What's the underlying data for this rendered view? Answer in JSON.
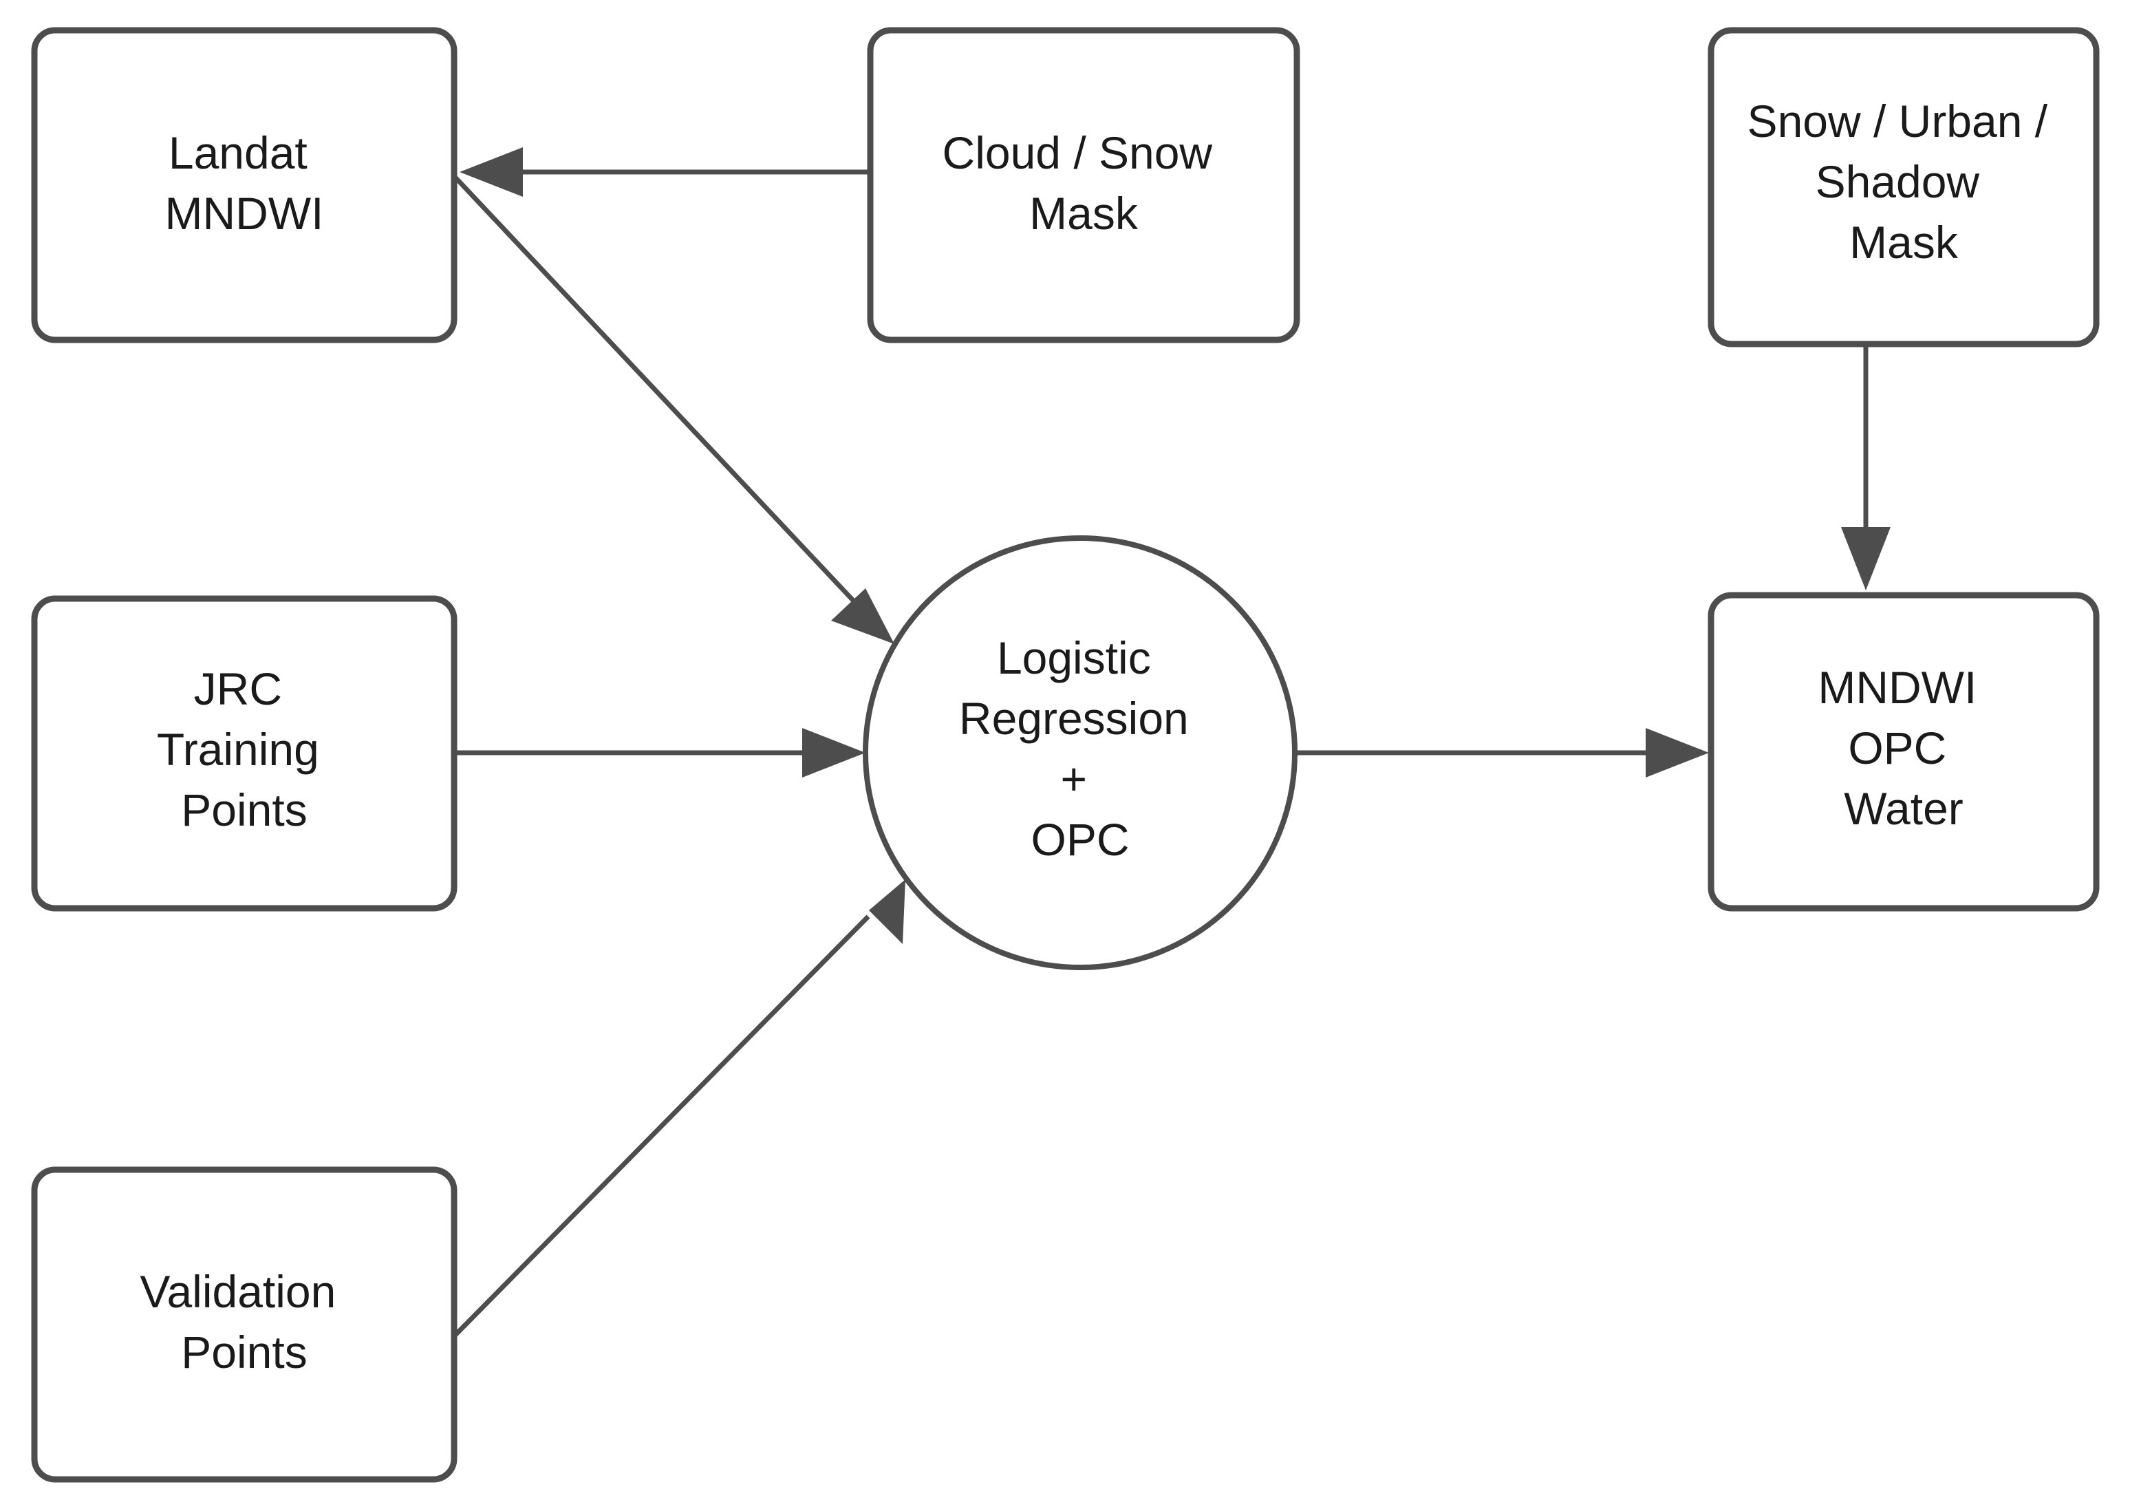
{
  "diagram": {
    "type": "flowchart",
    "background_color": "#ffffff",
    "node_stroke_color": "#4d4d4d",
    "node_fill_color": "#ffffff",
    "text_color": "#1a1a1a",
    "edge_color": "#4d4d4d",
    "nodes": [
      {
        "id": "landsat-mndwi",
        "name": "landsat-mndwi-node",
        "shape": "rounded-rectangle",
        "lines": [
          "Landat",
          "MNDWI"
        ]
      },
      {
        "id": "cloud-snow-mask",
        "name": "cloud-snow-mask-node",
        "shape": "rounded-rectangle",
        "lines": [
          "Cloud / Snow",
          "Mask"
        ]
      },
      {
        "id": "snow-urban-shadow-mask",
        "name": "snow-urban-shadow-mask-node",
        "shape": "rounded-rectangle",
        "lines": [
          "Snow / Urban /",
          "Shadow",
          "Mask"
        ]
      },
      {
        "id": "jrc-training-points",
        "name": "jrc-training-points-node",
        "shape": "rounded-rectangle",
        "lines": [
          "JRC",
          "Training",
          "Points"
        ]
      },
      {
        "id": "validation-points",
        "name": "validation-points-node",
        "shape": "rounded-rectangle",
        "lines": [
          "Validation",
          "Points"
        ]
      },
      {
        "id": "logistic-regression-opc",
        "name": "logistic-regression-opc-node",
        "shape": "circle",
        "lines": [
          "Logistic",
          "Regression",
          "+",
          "OPC"
        ]
      },
      {
        "id": "mndwi-opc-water",
        "name": "mndwi-opc-water-node",
        "shape": "rounded-rectangle",
        "lines": [
          "MNDWI",
          "OPC",
          "Water"
        ]
      }
    ],
    "edges": [
      {
        "from": "cloud-snow-mask",
        "to": "landsat-mndwi",
        "direction": "left",
        "label": ""
      },
      {
        "from": "landsat-mndwi",
        "to": "logistic-regression-opc",
        "direction": "diagonal-down-right",
        "label": ""
      },
      {
        "from": "jrc-training-points",
        "to": "logistic-regression-opc",
        "direction": "right",
        "label": ""
      },
      {
        "from": "validation-points",
        "to": "logistic-regression-opc",
        "direction": "diagonal-up-right",
        "label": ""
      },
      {
        "from": "logistic-regression-opc",
        "to": "mndwi-opc-water",
        "direction": "right",
        "label": ""
      },
      {
        "from": "snow-urban-shadow-mask",
        "to": "mndwi-opc-water",
        "direction": "down",
        "label": ""
      }
    ]
  }
}
